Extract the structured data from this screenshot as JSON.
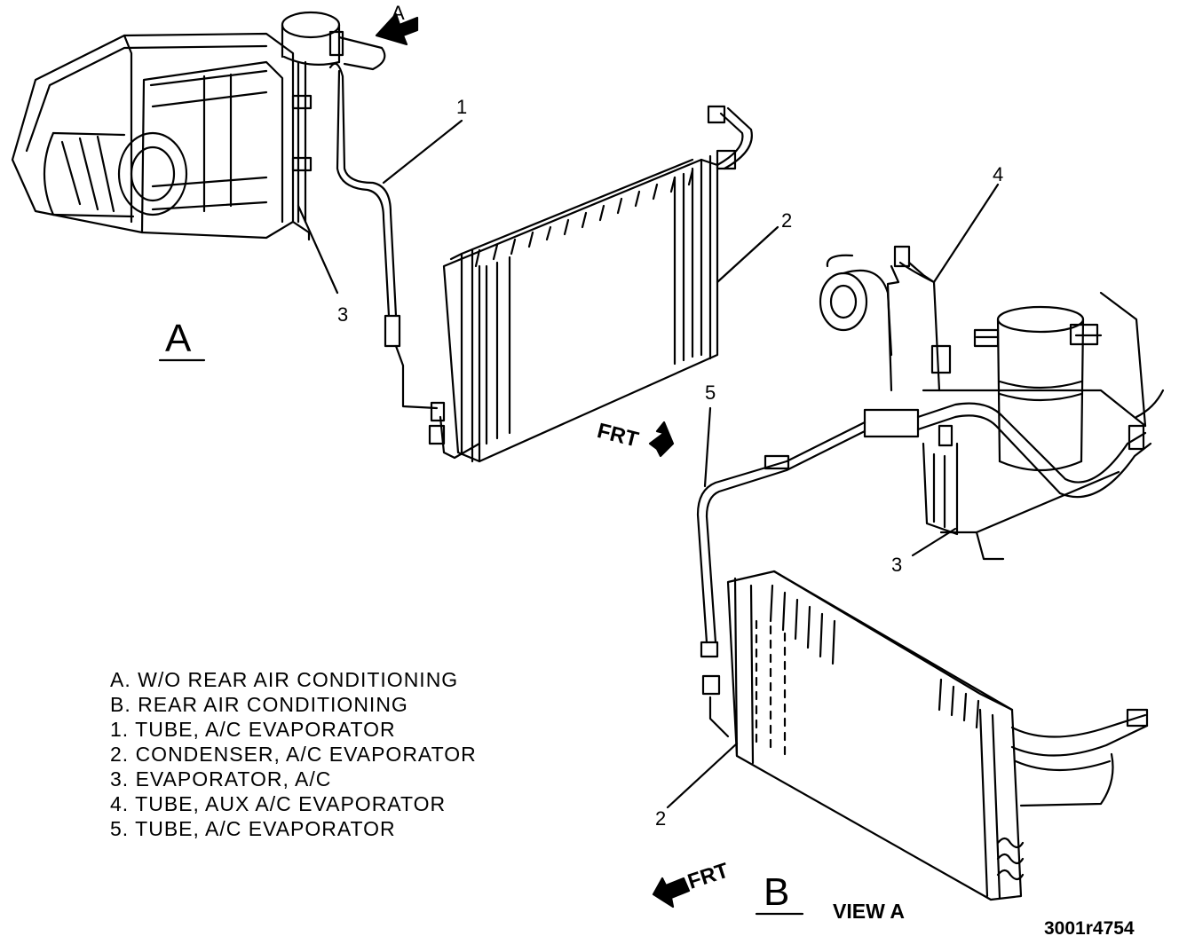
{
  "callouts": {
    "a_top": "A",
    "n1": "1",
    "n2_top": "2",
    "n3_left": "3",
    "n4": "4",
    "n5": "5",
    "n3_right": "3",
    "n2_bottom": "2"
  },
  "views": {
    "a": "A",
    "b": "B",
    "view_a": "VIEW  A"
  },
  "frt_labels": {
    "top": "FRT",
    "bottom": "FRT"
  },
  "legend": [
    "A. W/O REAR AIR CONDITIONING",
    "B. REAR AIR CONDITIONING",
    "1. TUBE, A/C EVAPORATOR",
    "2. CONDENSER, A/C EVAPORATOR",
    "3. EVAPORATOR, A/C",
    "4. TUBE, AUX A/C EVAPORATOR",
    "5. TUBE, A/C EVAPORATOR"
  ],
  "figure_code": "3001r4754"
}
